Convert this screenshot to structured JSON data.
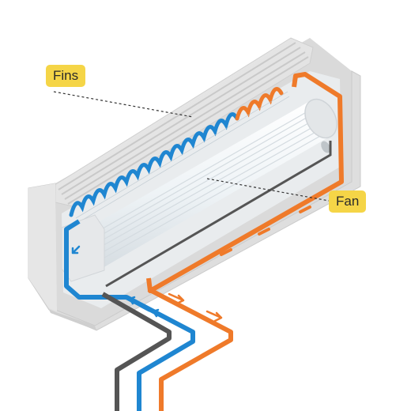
{
  "labels": {
    "fins": "Fins",
    "fan": "Fan"
  },
  "icons": [
    "air-conditioner-cutaway",
    "fan-cylinder",
    "coil-fins",
    "refrigerant-pipe",
    "flow-arrow"
  ],
  "colors": {
    "hot_refrigerant": "#ef7a2a",
    "cold_refrigerant": "#1f86d1",
    "drain_pipe": "#555555",
    "label_background": "#f5d547",
    "casing": "#e1e1e1",
    "fan_blades": "#f4f6f8"
  }
}
